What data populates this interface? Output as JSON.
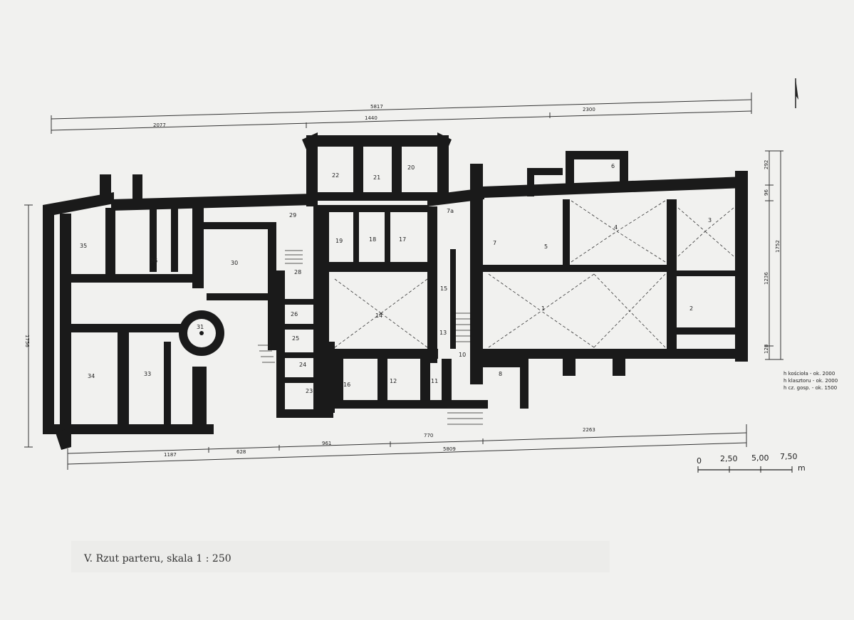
{
  "caption": "V. Rzut parteru, skala 1 : 250",
  "legend": [
    "h kościoła - ok. 2000",
    "h klasztoru - ok. 2000",
    "h cz. gosp. - ok. 1500"
  ],
  "dimensions": {
    "top_total": "5817",
    "top_segments": [
      "2077",
      "1440",
      "2300"
    ],
    "bottom_total": "5809",
    "bottom_segments": [
      "1187",
      "628",
      "961",
      "770",
      "2263"
    ],
    "left": "1756",
    "right_total": "1752",
    "right_segments": [
      "292",
      "96",
      "1236",
      "128"
    ]
  },
  "scale_bar": {
    "labels": [
      "0",
      "2,50",
      "5,00",
      "7,50"
    ],
    "unit": "m"
  },
  "rooms": [
    "1",
    "2",
    "3",
    "4",
    "5",
    "6",
    "7",
    "7a",
    "8",
    "10",
    "11",
    "12",
    "13",
    "14",
    "15",
    "16",
    "17",
    "18",
    "19",
    "20",
    "21",
    "22",
    "23",
    "24",
    "25",
    "26",
    "28",
    "29",
    "30",
    "31",
    "33",
    "34",
    "35",
    "36"
  ],
  "colors": {
    "wall": "#1a1a1a",
    "paper": "#f1f1ef",
    "line": "#333333"
  }
}
